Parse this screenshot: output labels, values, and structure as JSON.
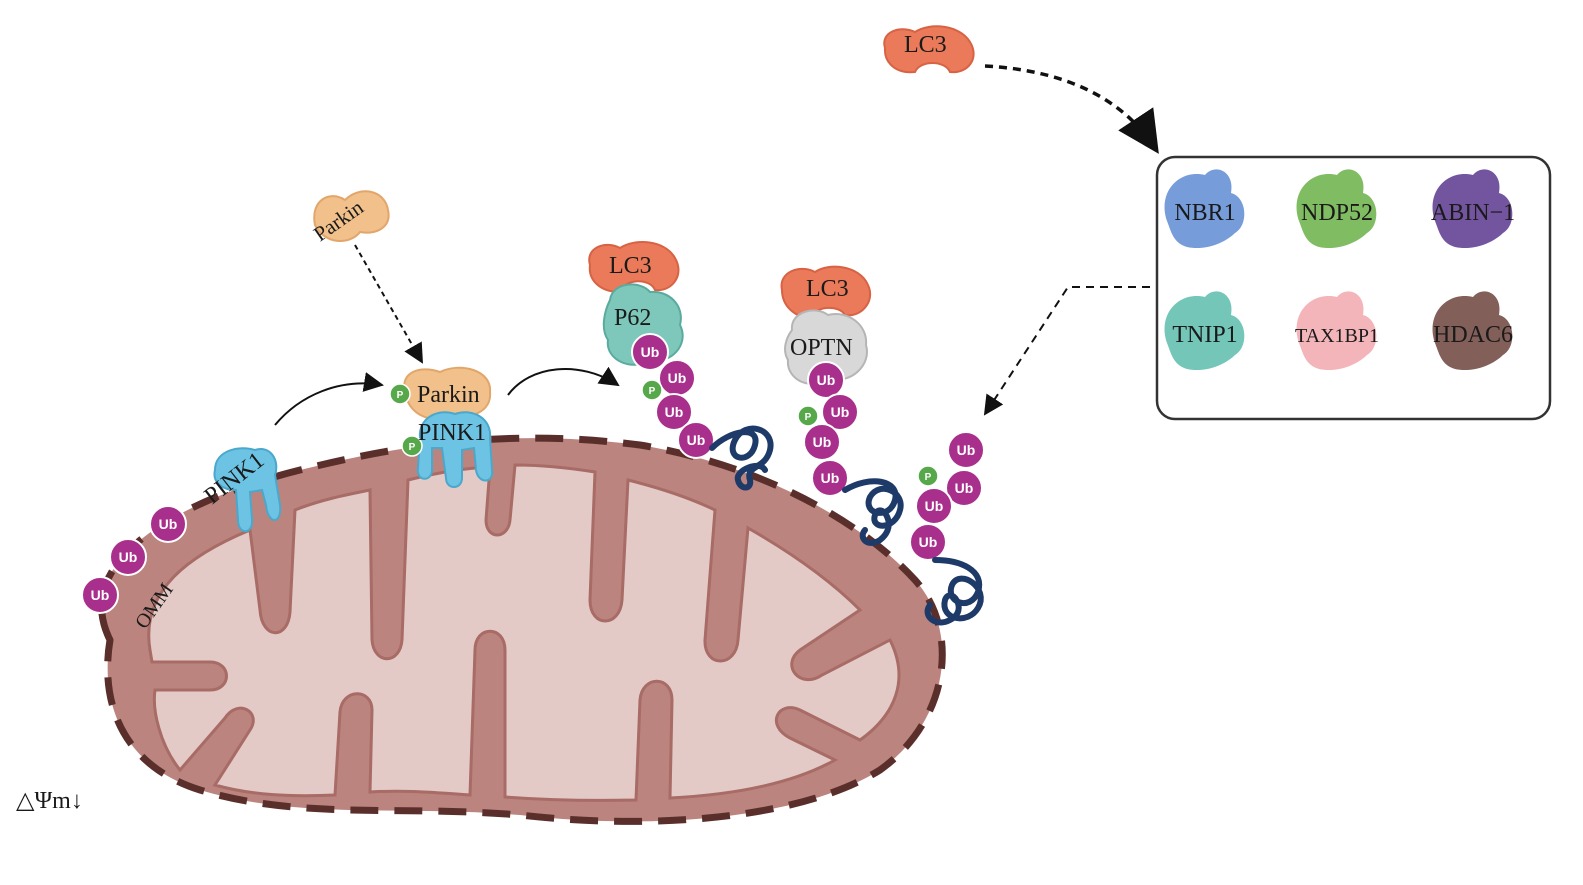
{
  "labels": {
    "lc3_top": "LC3",
    "parkin_free": "Parkin",
    "parkin_bound": "Parkin",
    "pink1_bound": "PINK1",
    "pink1_membrane": "PINK1",
    "lc3_p62": "LC3",
    "p62": "P62",
    "lc3_optn": "LC3",
    "optn": "OPTN",
    "omm": "OMM",
    "membrane_potential": "△Ψm↓",
    "ub": "Ub",
    "p": "P"
  },
  "receptors": [
    {
      "label": "NBR1",
      "color": "#6f97d8"
    },
    {
      "label": "NDP52",
      "color": "#79b859"
    },
    {
      "label": "ABIN−1",
      "color": "#6b4b9a"
    },
    {
      "label": "TNIP1",
      "color": "#6dc3b4"
    },
    {
      "label": "TAX1BP1",
      "color": "#f2b0b6"
    },
    {
      "label": "HDAC6",
      "color": "#7b5650"
    }
  ],
  "colors": {
    "mito_outer": "#bb847e",
    "mito_inner": "#e3cac6",
    "mito_dash": "#5a2f2b",
    "ub": "#a8308c",
    "phospho": "#57a84a",
    "lc3": "#ea7a5a",
    "parkin": "#f1c08b",
    "pink1": "#6cc3e3",
    "p62": "#7ec7bb",
    "optn": "#d8d8d8",
    "chain": "#1e3a68"
  }
}
